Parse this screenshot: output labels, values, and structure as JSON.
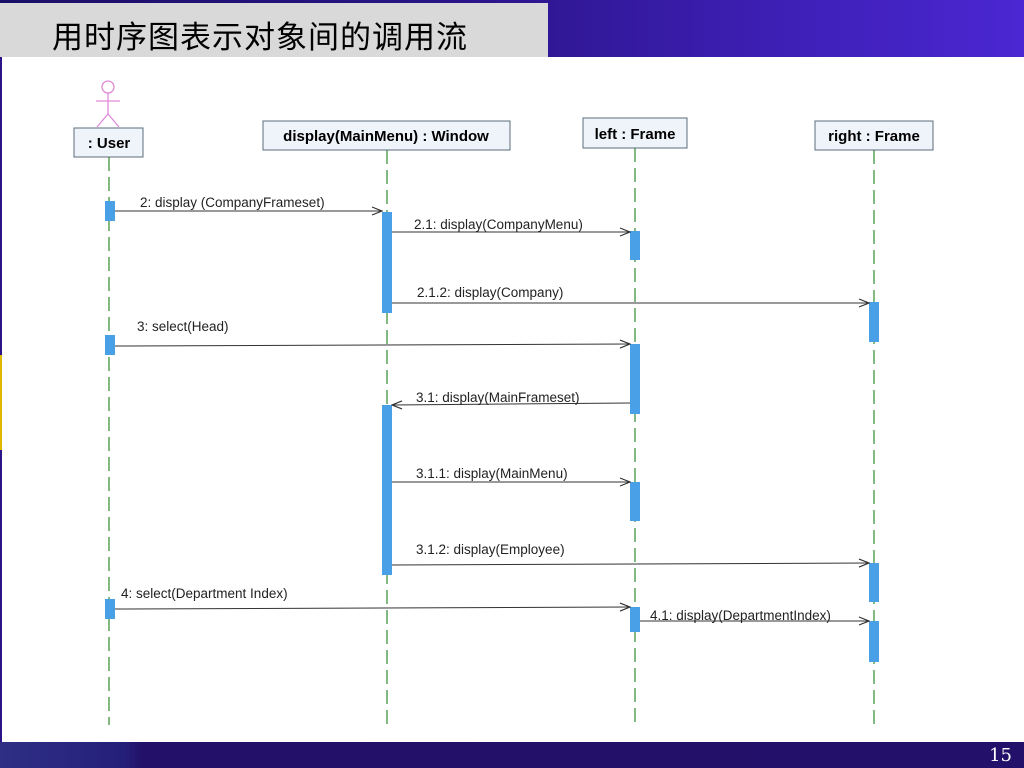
{
  "slide": {
    "title": "用时序图表示对象间的调用流",
    "page_number": "15"
  },
  "diagram": {
    "lifelines": [
      {
        "id": "user",
        "label": ": User",
        "kind": "actor"
      },
      {
        "id": "window",
        "label": "display(MainMenu) : Window",
        "kind": "object"
      },
      {
        "id": "left",
        "label": "left : Frame",
        "kind": "object"
      },
      {
        "id": "right",
        "label": "right : Frame",
        "kind": "object"
      }
    ],
    "messages": [
      {
        "label": "2: display (CompanyFrameset)",
        "from": "user",
        "to": "window",
        "direction": "forward"
      },
      {
        "label": "2.1: display(CompanyMenu)",
        "from": "window",
        "to": "left",
        "direction": "forward"
      },
      {
        "label": "2.1.2: display(Company)",
        "from": "window",
        "to": "right",
        "direction": "forward"
      },
      {
        "label": "3: select(Head)",
        "from": "user",
        "to": "left",
        "direction": "forward"
      },
      {
        "label": "3.1: display(MainFrameset)",
        "from": "left",
        "to": "window",
        "direction": "backward"
      },
      {
        "label": "3.1.1: display(MainMenu)",
        "from": "window",
        "to": "left",
        "direction": "forward"
      },
      {
        "label": "3.1.2: display(Employee)",
        "from": "window",
        "to": "right",
        "direction": "forward"
      },
      {
        "label": "4: select(Department Index)",
        "from": "user",
        "to": "left",
        "direction": "forward"
      },
      {
        "label": "4.1: display(DepartmentIndex)",
        "from": "left",
        "to": "right",
        "direction": "forward"
      }
    ],
    "colors": {
      "lifeline": "#2e8b2e",
      "activation": "#4aa0e6",
      "actor": "#e08ad8",
      "arrow": "#333333",
      "box_fill": "#eef4fa",
      "box_border": "#5b6b7b"
    }
  }
}
